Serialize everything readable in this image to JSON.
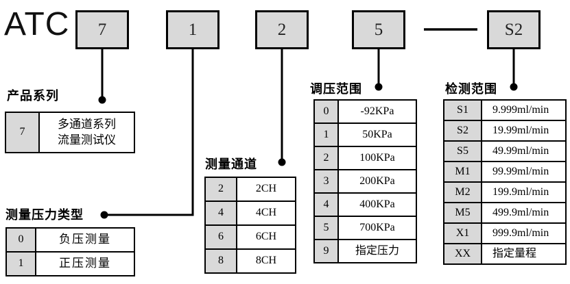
{
  "title": "ATC",
  "code_boxes": [
    {
      "value": "7"
    },
    {
      "value": "1"
    },
    {
      "value": "2"
    },
    {
      "value": "5"
    },
    {
      "value": "S2"
    }
  ],
  "colors": {
    "box_fill": "#d9d9d9",
    "cell_fill": "#d9d9d9",
    "line": "#000000",
    "background": "#ffffff"
  },
  "tables": {
    "product_series": {
      "label": "产品系列",
      "rows": [
        {
          "code": "7",
          "desc": "多通道系列\n流量测试仪"
        }
      ]
    },
    "pressure_type": {
      "label": "测量压力类型",
      "rows": [
        {
          "code": "0",
          "desc": "负压测量"
        },
        {
          "code": "1",
          "desc": "正压测量"
        }
      ]
    },
    "channels": {
      "label": "测量通道",
      "rows": [
        {
          "code": "2",
          "desc": "2CH"
        },
        {
          "code": "4",
          "desc": "4CH"
        },
        {
          "code": "6",
          "desc": "6CH"
        },
        {
          "code": "8",
          "desc": "8CH"
        }
      ]
    },
    "pressure_range": {
      "label": "调压范围",
      "rows": [
        {
          "code": "0",
          "desc": "-92KPa"
        },
        {
          "code": "1",
          "desc": "50KPa"
        },
        {
          "code": "2",
          "desc": "100KPa"
        },
        {
          "code": "3",
          "desc": "200KPa"
        },
        {
          "code": "4",
          "desc": "400KPa"
        },
        {
          "code": "5",
          "desc": "700KPa"
        },
        {
          "code": "9",
          "desc": "指定压力"
        }
      ]
    },
    "detect_range": {
      "label": "检测范围",
      "rows": [
        {
          "code": "S1",
          "desc": "9.999ml/min"
        },
        {
          "code": "S2",
          "desc": "19.99ml/min"
        },
        {
          "code": "S5",
          "desc": "49.99ml/min"
        },
        {
          "code": "M1",
          "desc": "99.99ml/min"
        },
        {
          "code": "M2",
          "desc": "199.9ml/min"
        },
        {
          "code": "M5",
          "desc": "499.9ml/min"
        },
        {
          "code": "X1",
          "desc": "999.9ml/min"
        },
        {
          "code": "XX",
          "desc": "指定量程"
        }
      ]
    }
  }
}
